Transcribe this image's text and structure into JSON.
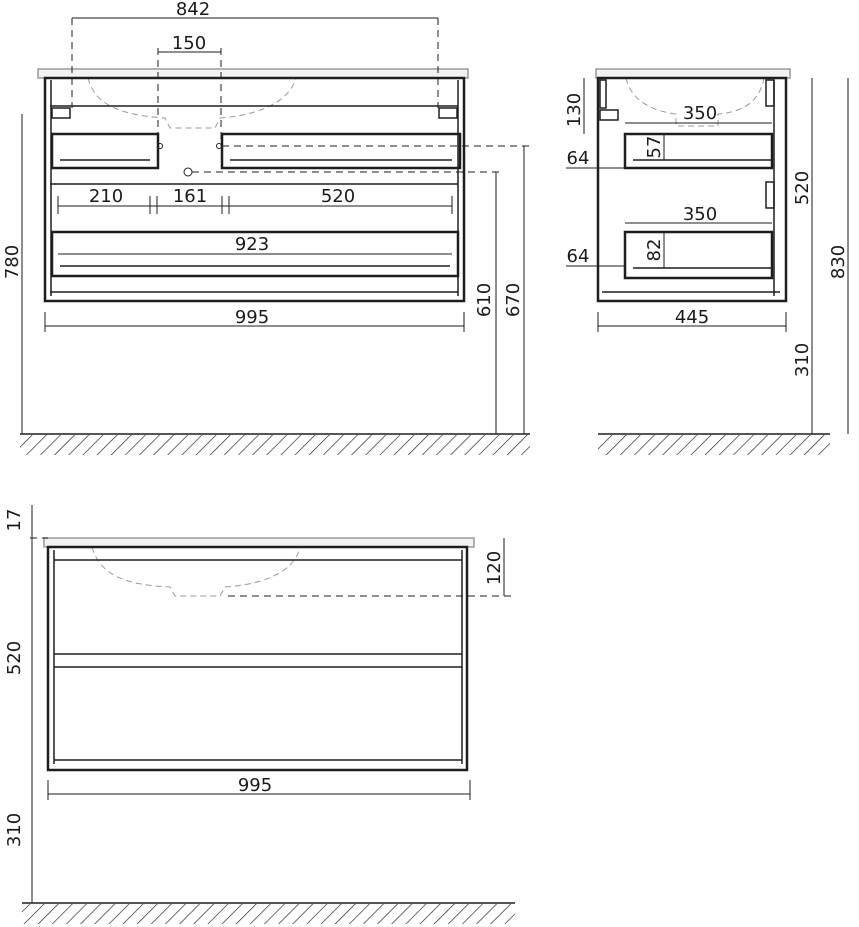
{
  "front_view": {
    "dims": {
      "basin_width": "842",
      "tap_spacing": "150",
      "total_height": "780",
      "shelf_left": "210",
      "shelf_gap": "161",
      "shelf_right": "520",
      "lower_shelf": "923",
      "width": "995",
      "drain_height_1": "610",
      "drain_height_2": "670"
    }
  },
  "side_view": {
    "dims": {
      "top_offset": "130",
      "upper_depth": "350",
      "upper_inset": "64",
      "upper_shelf_h": "57",
      "body_height": "520",
      "total_height": "830",
      "lower_depth": "350",
      "lower_inset": "64",
      "lower_shelf_h": "82",
      "depth": "445",
      "leg_height": "310"
    }
  },
  "bottom_view": {
    "dims": {
      "top_thickness": "17",
      "drain_depth": "120",
      "body_height": "520",
      "width": "995",
      "leg_height": "310"
    }
  }
}
